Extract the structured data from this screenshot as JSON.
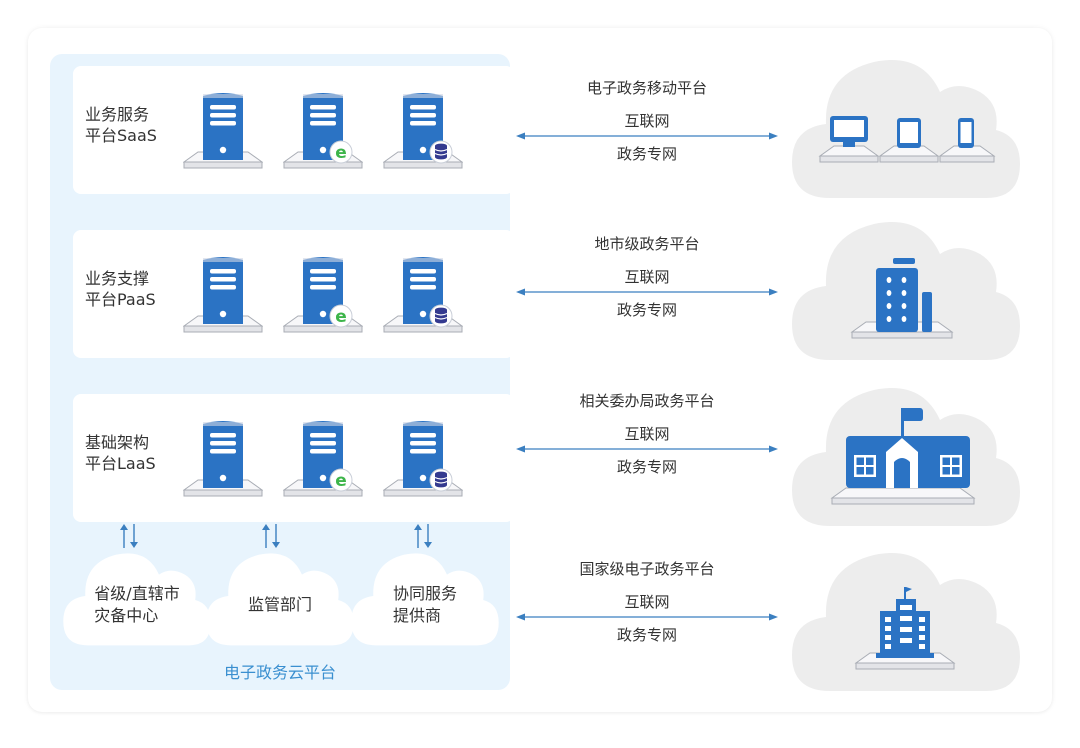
{
  "diagram": {
    "colors": {
      "accent_blue": "#2b73c4",
      "platform_bg": "#e8f4fd",
      "cloud_gray": "#ededed",
      "arrow_blue": "#3b7fc0",
      "title_blue": "#3a8fd0",
      "ie_green": "#3db54a",
      "db_navy": "#343a8f"
    },
    "cloud_platform": {
      "title": "电子政务云平台",
      "layers": [
        {
          "label_line1": "业务服务",
          "label_line2": "平台SaaS",
          "servers": [
            "server-icon",
            "server-web-icon",
            "server-database-icon"
          ]
        },
        {
          "label_line1": "业务支撑",
          "label_line2": "平台PaaS",
          "servers": [
            "server-icon",
            "server-web-icon",
            "server-database-icon"
          ]
        },
        {
          "label_line1": "基础架构",
          "label_line2": "平台LaaS",
          "servers": [
            "server-icon",
            "server-web-icon",
            "server-database-icon"
          ]
        }
      ],
      "sub_clouds": [
        {
          "line1": "省级/直辖市",
          "line2": "灾备中心"
        },
        {
          "line1": "监管部门",
          "line2": ""
        },
        {
          "line1": "协同服务",
          "line2": "提供商"
        }
      ]
    },
    "connections": [
      {
        "target": "电子政务移动平台",
        "top_label": "互联网",
        "bottom_label": "政务专网",
        "icon": "devices-icon"
      },
      {
        "target": "地市级政务平台",
        "top_label": "互联网",
        "bottom_label": "政务专网",
        "icon": "office-building-icon"
      },
      {
        "target": "相关委办局政务平台",
        "top_label": "互联网",
        "bottom_label": "政务专网",
        "icon": "government-office-icon"
      },
      {
        "target": "国家级电子政务平台",
        "top_label": "互联网",
        "bottom_label": "政务专网",
        "icon": "national-building-icon"
      }
    ]
  }
}
